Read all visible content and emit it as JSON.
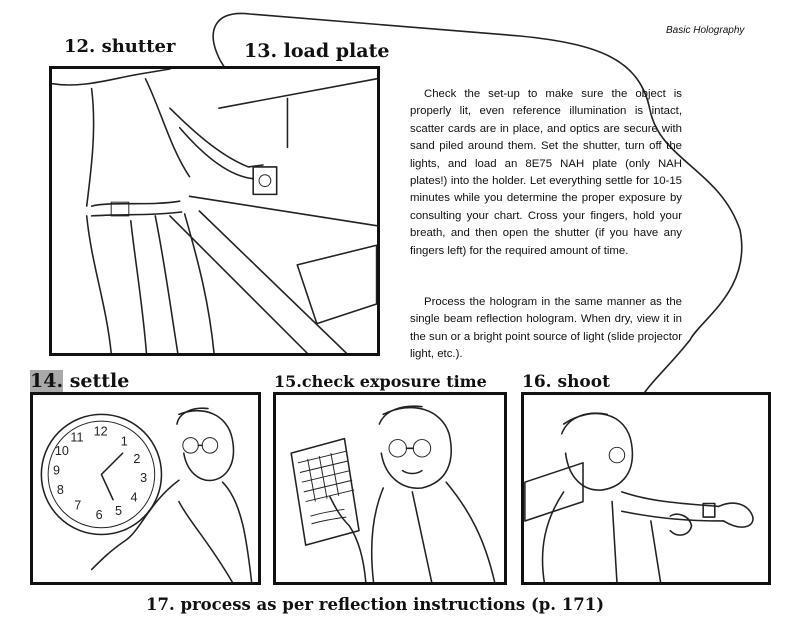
{
  "running_header": "Basic Holography",
  "steps": {
    "s12": "12. shutter",
    "s13": "13. load plate",
    "s14_num": "14.",
    "s14_word": "settle",
    "s15": "15.check exposure time",
    "s16": "16. shoot",
    "s17": "17. process as per reflection instructions (p. 171)"
  },
  "body": {
    "p1": "Check the set-up to make sure the object is properly lit, even reference illumination is intact, scatter cards are in place, and optics are secure with sand piled around them. Set the shutter, turn off the lights, and load an 8E75 NAH plate (only NAH plates!) into the holder. Let everything settle for 10-15 minutes while you determine the proper exposure by consulting your chart. Cross your fingers, hold your breath, and then open the shutter (if you have any fingers left) for the required amount of time.",
    "p2": "Process the hologram in the same manner as the single beam reflection hologram. When dry, view it in the sun or a bright point source of light (slide projector light, etc.)."
  },
  "clock_numerals": [
    "12",
    "1",
    "2",
    "3",
    "4",
    "5",
    "6",
    "7",
    "8",
    "9",
    "10",
    "11"
  ]
}
